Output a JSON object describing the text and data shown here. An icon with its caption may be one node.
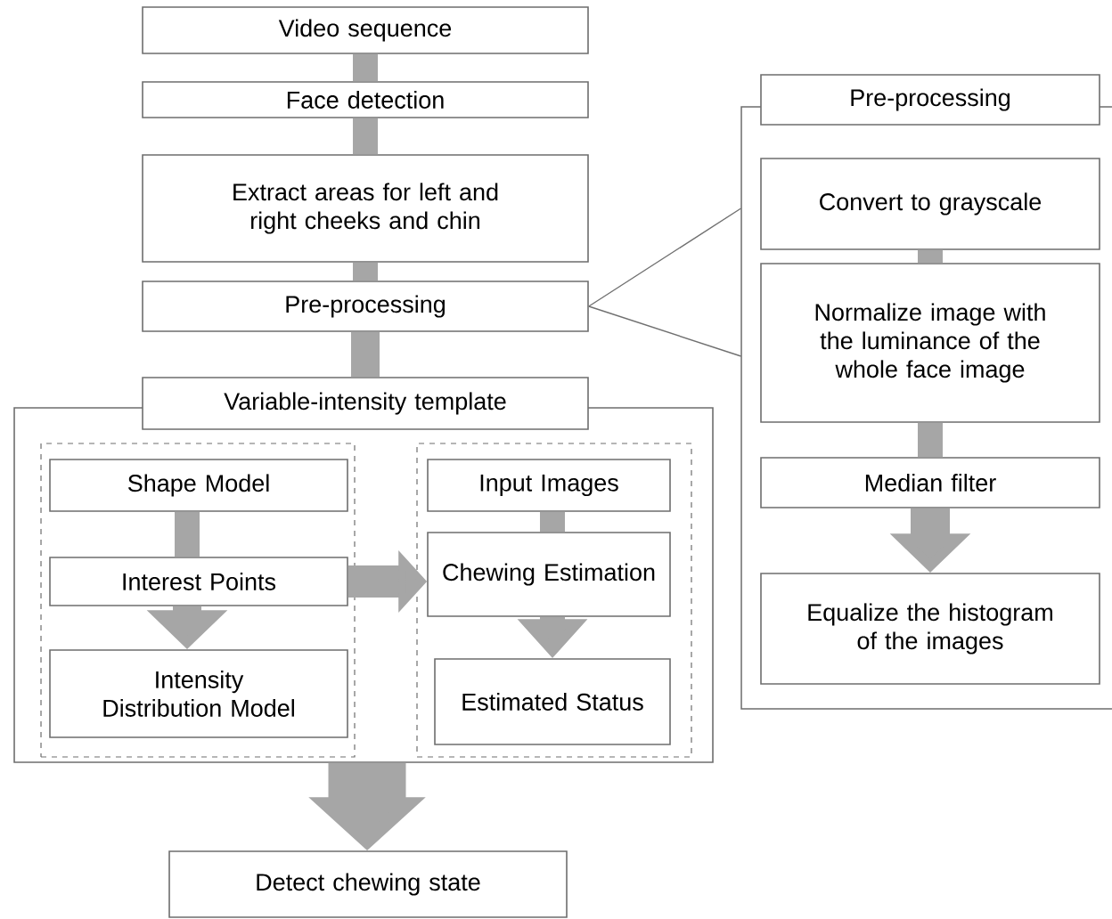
{
  "diagram": {
    "nodes": [
      {
        "text": [
          "Video sequence"
        ]
      },
      {
        "text": [
          "Face detection"
        ]
      },
      {
        "text": [
          "Extract areas for left and right cheeks and chin"
        ]
      },
      {
        "text": [
          "Pre-processing"
        ]
      },
      {
        "text": [
          "Variable-intensity template"
        ]
      },
      {
        "text": [],
        "shape": "box"
      },
      {
        "text": [],
        "shape": "box",
        "in": 5
      },
      {
        "text": [
          "Shape Model"
        ],
        "in": 6
      },
      {
        "text": [
          "Interest Points"
        ],
        "in": 6
      },
      {
        "text": [
          "Intensity Distribution Model"
        ],
        "in": 6
      },
      {
        "text": [],
        "shape": "box",
        "in": 5
      },
      {
        "text": [
          "Input Images"
        ],
        "in": 10
      },
      {
        "text": [
          "Chewing Estimation"
        ],
        "in": 10
      },
      {
        "text": [
          "Estimated Status"
        ],
        "in": 10
      },
      {
        "text": [
          "Detect chewing state"
        ]
      },
      {
        "text": [
          "Pre-processing"
        ]
      },
      {
        "text": [],
        "shape": "box"
      },
      {
        "text": [
          "Convert to grayscale"
        ],
        "in": 16
      },
      {
        "text": [
          "Normalize image with the luminance of the whole face image"
        ],
        "in": 16
      },
      {
        "text": [
          "Median filter"
        ],
        "in": 16
      },
      {
        "text": [
          "Equalize the histogram of the images"
        ],
        "in": 16
      }
    ],
    "edges": [
      {
        "from": 0,
        "to": 1,
        "arrow": "none"
      },
      {
        "from": 1,
        "to": 2,
        "arrow": "none"
      },
      {
        "from": 2,
        "to": 3,
        "arrow": "none"
      },
      {
        "from": 3,
        "to": 4,
        "arrow": "none"
      },
      {
        "from": 5,
        "to": 14,
        "arrow": "to",
        "style": "thick"
      },
      {
        "from": 7,
        "to": 8,
        "arrow": "none"
      },
      {
        "from": 8,
        "to": 9,
        "arrow": "to"
      },
      {
        "from": 8,
        "to": 12,
        "arrow": "to"
      },
      {
        "from": 11,
        "to": 12,
        "arrow": "none"
      },
      {
        "from": 12,
        "to": 13,
        "arrow": "to"
      },
      {
        "from": 17,
        "to": 18,
        "arrow": "none"
      },
      {
        "from": 18,
        "to": 19,
        "arrow": "none"
      },
      {
        "from": 19,
        "to": 20,
        "arrow": "to"
      },
      {
        "from": 3,
        "to": 16,
        "arrow": "none",
        "color": "#707070"
      },
      {
        "from": 3,
        "to": 16,
        "arrow": "none",
        "color": "#707070"
      }
    ]
  }
}
